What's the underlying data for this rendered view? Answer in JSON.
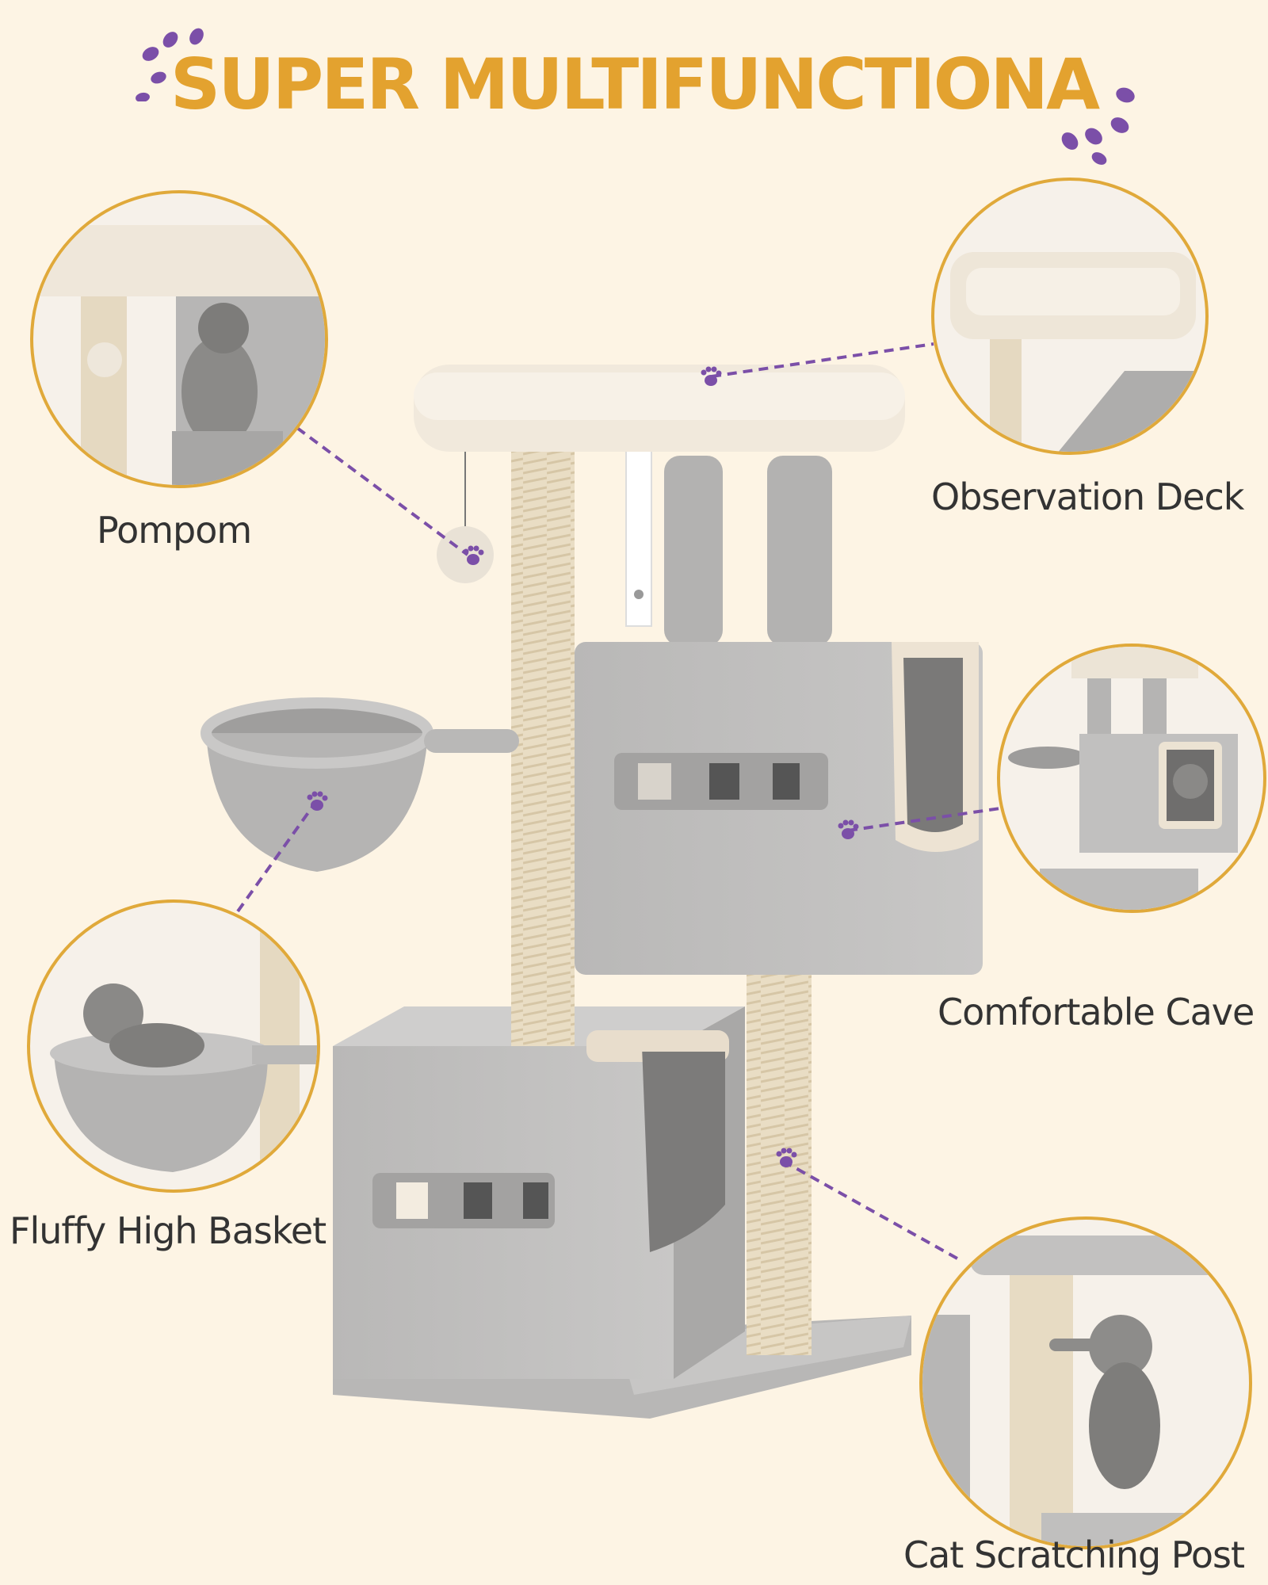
{
  "title": "SUPER MULTIFUNCTIONA",
  "colors": {
    "background": "#fdf4e4",
    "title": "#e3a22f",
    "accent_purple": "#7b4fa8",
    "circle_border": "#e0a93a",
    "plush_grey": "#c2c1c0",
    "plush_beige": "#efe7da",
    "sisal": "#e8dcc4",
    "label_text": "#333333"
  },
  "features": [
    {
      "label": "Pompom",
      "icon": "pompom-photo"
    },
    {
      "label": "Observation Deck",
      "icon": "observation-deck-photo"
    },
    {
      "label": "Comfortable Cave",
      "icon": "cave-photo"
    },
    {
      "label": "Fluffy High Basket",
      "icon": "basket-photo"
    },
    {
      "label": "Cat Scratching Post",
      "icon": "scratching-post-photo"
    }
  ],
  "decor": {
    "paw_icon": "paw-icon"
  }
}
